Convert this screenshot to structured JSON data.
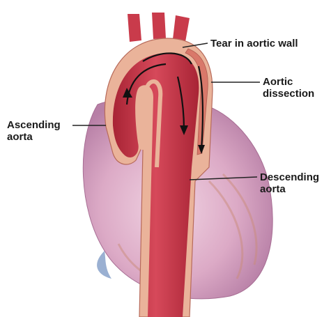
{
  "labels": {
    "tear": "Tear in aortic wall",
    "dissection": "Aortic\ndissection",
    "ascending": "Ascending\naorta",
    "descending": "Descending\naorta"
  },
  "colors": {
    "heart": "#d9a9c4",
    "vessel_wall": "#e8a78a",
    "lumen": "#c9384a",
    "false_lumen": "#d9786a",
    "arrow": "#111111",
    "leader": "#222222"
  }
}
